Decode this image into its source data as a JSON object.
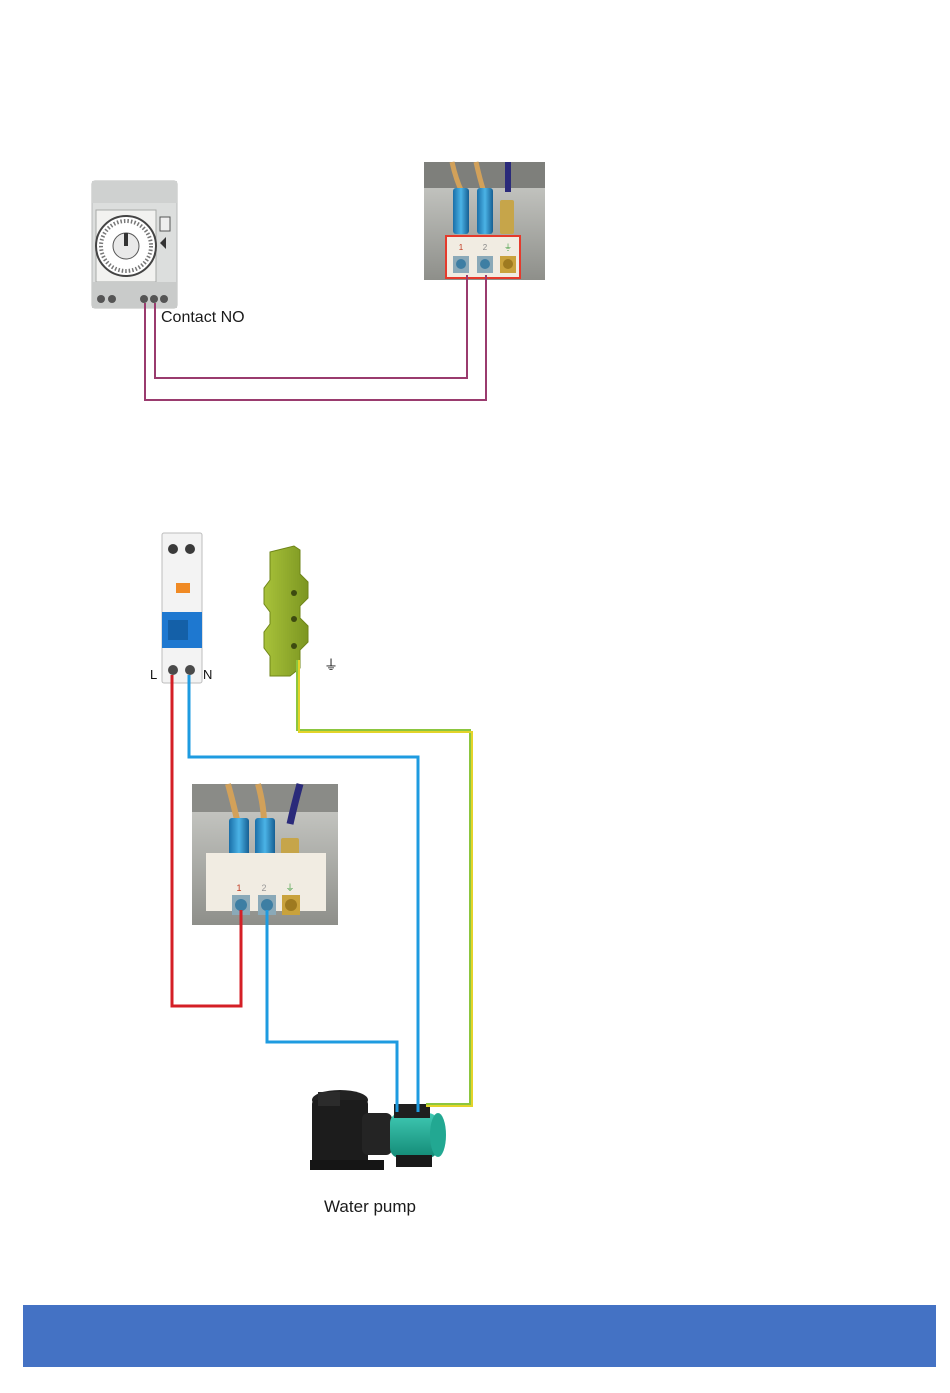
{
  "diagram1": {
    "timer_label": "Contact  NO",
    "terminal_labels": [
      "1",
      "2",
      "⏚"
    ]
  },
  "diagram2": {
    "breaker_left_label": "L",
    "breaker_right_label": "N",
    "ground_symbol": "⏚",
    "terminal_labels": [
      "1",
      "2",
      "⏚"
    ],
    "pump_label": "Water pump"
  },
  "colors": {
    "purple_wire": "#9a3b6e",
    "red_wire": "#d41f26",
    "blue_wire": "#1e9be0",
    "green_wire": "#8cc63f",
    "yellow_wire": "#e3d42a",
    "footer_band": "#4472c4"
  },
  "icons": [
    "timer-switch-icon",
    "terminal-block-icon",
    "circuit-breaker-icon",
    "ground-bar-icon",
    "water-pump-icon",
    "ground-symbol-icon"
  ]
}
